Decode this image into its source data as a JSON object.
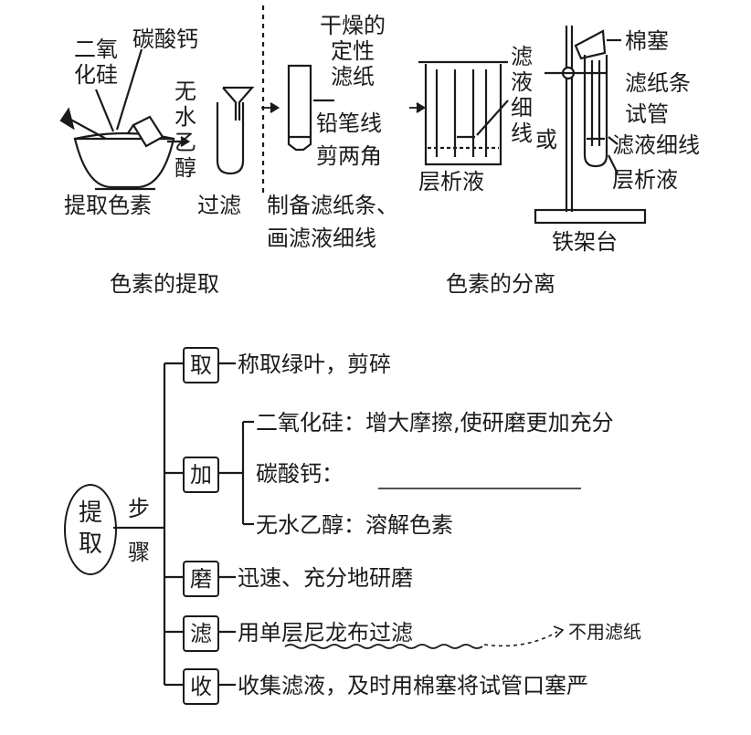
{
  "top": {
    "extract": {
      "sio2": [
        "二氧",
        "化硅"
      ],
      "caco3": "碳酸钙",
      "ethanol": [
        "无",
        "水",
        "乙",
        "醇"
      ],
      "mortar_caption": "提取色素",
      "filter_caption": "过滤"
    },
    "prep": {
      "dry_paper": [
        "干燥的",
        "定性",
        "滤纸"
      ],
      "pencil_line": "铅笔线",
      "cut_corners": "剪两角",
      "caption": [
        "制备滤纸条、",
        "画滤液细线"
      ]
    },
    "beaker": {
      "filtrate_line": [
        "滤",
        "液",
        "细",
        "线"
      ],
      "solvent": "层析液",
      "or": "或"
    },
    "stand": {
      "cotton": "棉塞",
      "paper_strip": "滤纸条",
      "test_tube": "试管",
      "filtrate_line": "滤液细线",
      "solvent": "层析液",
      "stand_label": "铁架台"
    },
    "section_extract": "色素的提取",
    "section_separate": "色素的分离"
  },
  "flow": {
    "root": [
      "提",
      "取"
    ],
    "steps_label": [
      "步",
      "骤"
    ],
    "steps": [
      {
        "key": "取",
        "text": "称取绿叶，剪碎"
      },
      {
        "key": "加"
      },
      {
        "key": "磨",
        "text": "迅速、充分地研磨"
      },
      {
        "key": "滤",
        "text_plain": "用",
        "text_underlined": "单层尼龙布过滤",
        "note": "不用滤纸"
      },
      {
        "key": "收",
        "text": "收集滤液，及时用棉塞将试管口塞严"
      }
    ],
    "add_items": [
      {
        "name": "二氧化硅",
        "text": "增大摩擦,使研磨更加充分"
      },
      {
        "name": "碳酸钙",
        "text": ""
      },
      {
        "name": "无水乙醇",
        "text": "溶解色素"
      }
    ]
  }
}
